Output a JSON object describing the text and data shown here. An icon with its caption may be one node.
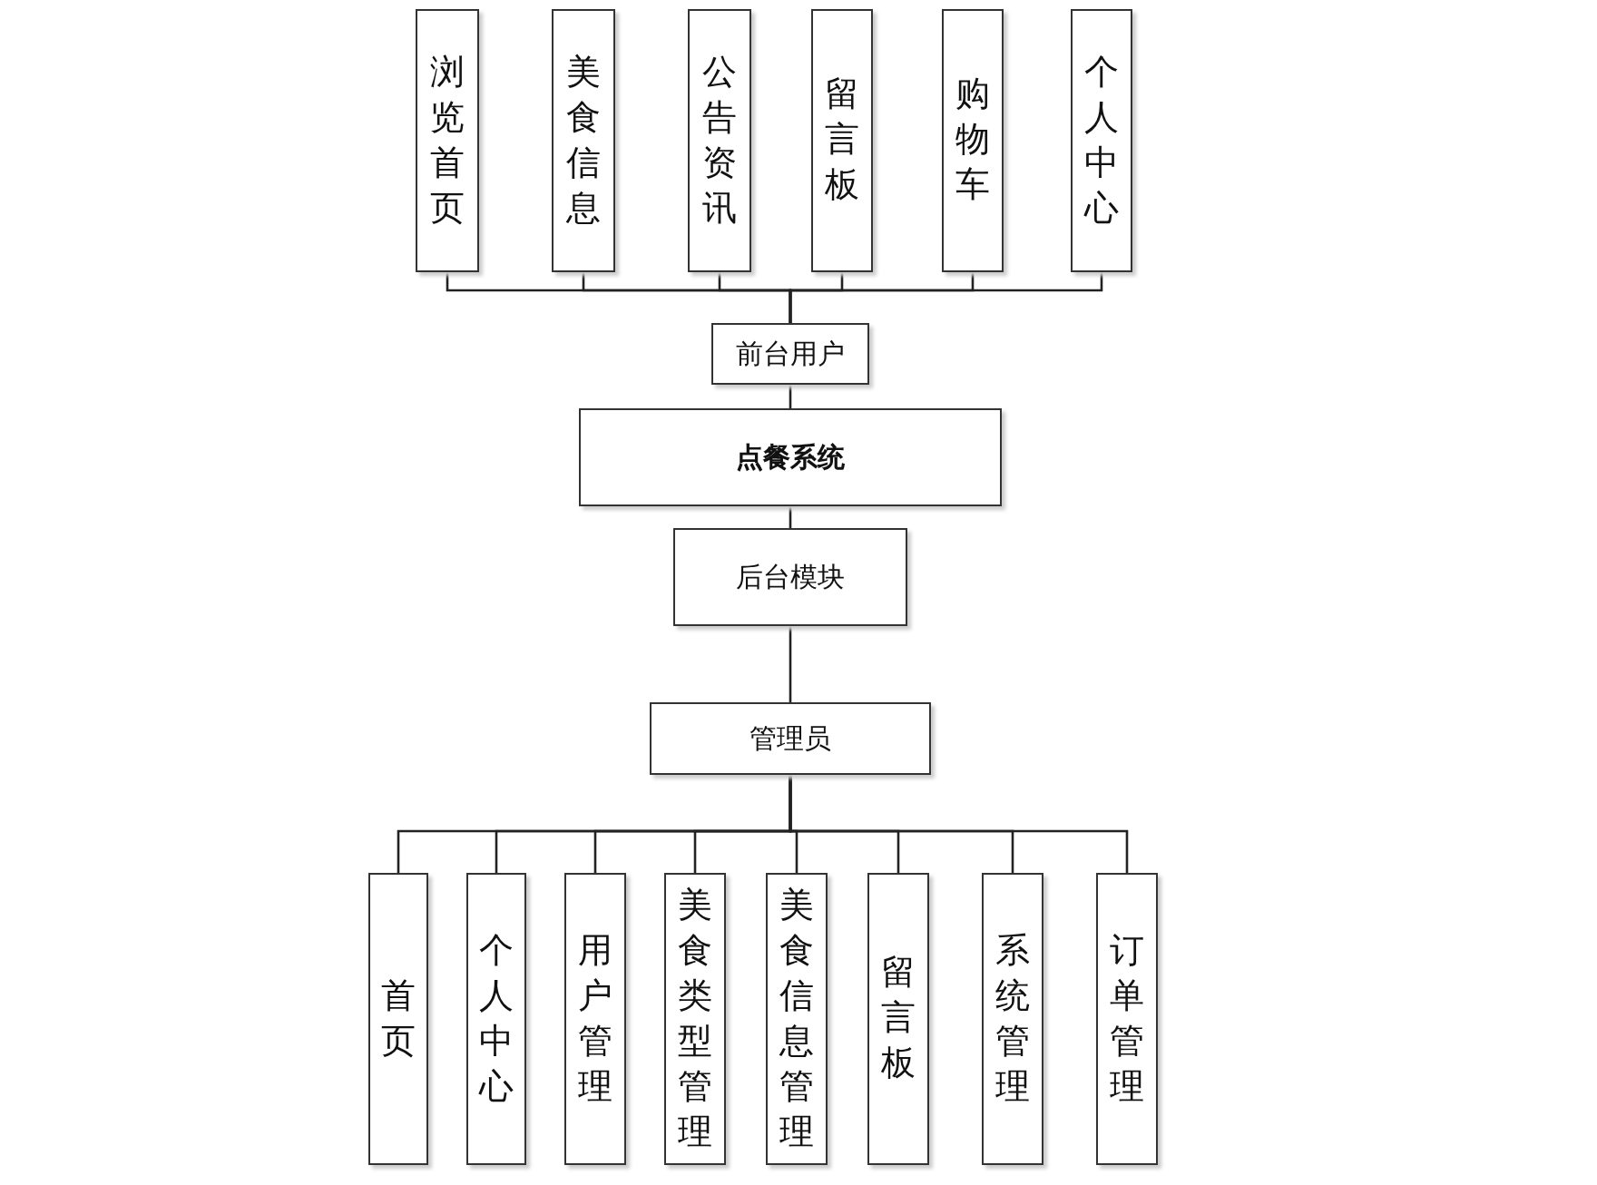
{
  "diagram": {
    "nodes": [
      {
        "text": [
          "浏览首页"
        ]
      },
      {
        "text": [
          "美食信息"
        ]
      },
      {
        "text": [
          "公告资讯"
        ]
      },
      {
        "text": [
          "留言板"
        ]
      },
      {
        "text": [
          "购物车"
        ]
      },
      {
        "text": [
          "个人中心"
        ]
      },
      {
        "text": [
          "前台用户"
        ]
      },
      {
        "text": [
          "点餐系统"
        ]
      },
      {
        "text": [
          "后台模块"
        ]
      },
      {
        "text": [
          "管理员"
        ]
      },
      {
        "text": [
          "首页"
        ]
      },
      {
        "text": [
          "个人中心"
        ]
      },
      {
        "text": [
          "用户管理"
        ]
      },
      {
        "text": [
          "美食类型管理"
        ]
      },
      {
        "text": [
          "美食信息管理"
        ]
      },
      {
        "text": [
          "留言板"
        ]
      },
      {
        "text": [
          "系统管理"
        ]
      },
      {
        "text": [
          "订单管理"
        ]
      }
    ],
    "edges": [
      {
        "from": 0,
        "to": 6,
        "arrow": "none"
      },
      {
        "from": 1,
        "to": 6,
        "arrow": "none"
      },
      {
        "from": 2,
        "to": 6,
        "arrow": "none"
      },
      {
        "from": 3,
        "to": 6,
        "arrow": "none"
      },
      {
        "from": 4,
        "to": 6,
        "arrow": "none"
      },
      {
        "from": 5,
        "to": 6,
        "arrow": "none"
      },
      {
        "from": 6,
        "to": 7,
        "arrow": "none"
      },
      {
        "from": 7,
        "to": 8,
        "arrow": "none"
      },
      {
        "from": 8,
        "to": 9,
        "arrow": "none"
      },
      {
        "from": 9,
        "to": 10,
        "arrow": "none"
      },
      {
        "from": 9,
        "to": 11,
        "arrow": "none"
      },
      {
        "from": 9,
        "to": 12,
        "arrow": "none"
      },
      {
        "from": 9,
        "to": 13,
        "arrow": "none"
      },
      {
        "from": 9,
        "to": 14,
        "arrow": "none"
      },
      {
        "from": 9,
        "to": 15,
        "arrow": "none"
      },
      {
        "from": 9,
        "to": 16,
        "arrow": "none"
      },
      {
        "from": 9,
        "to": 17,
        "arrow": "none"
      }
    ]
  }
}
